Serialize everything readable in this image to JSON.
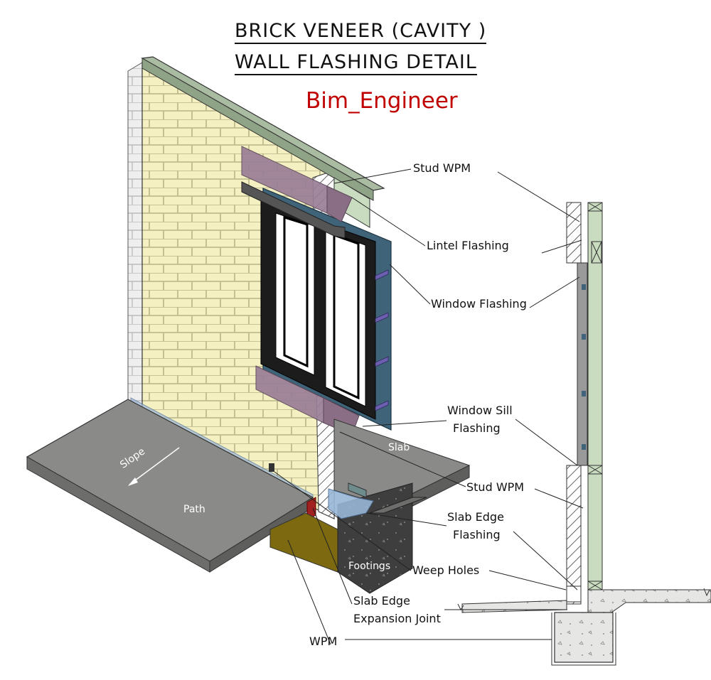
{
  "title_line_1": "BRICK VENEER  (CAVITY )",
  "title_line_2": "WALL FLASHING DETAIL",
  "author": "Bim_Engineer",
  "labels": {
    "stud_wpm_top": "Stud WPM",
    "lintel_flashing": "Lintel Flashing",
    "window_flashing": "Window Flashing",
    "window_sill_flashing_1": "Window Sill",
    "window_sill_flashing_2": "Flashing",
    "slab": "Slab",
    "stud_wpm_bottom": "Stud WPM",
    "slab_edge_flashing_1": "Slab Edge",
    "slab_edge_flashing_2": "Flashing",
    "weep_holes": "Weep Holes",
    "slab_edge_expansion_1": "Slab Edge",
    "slab_edge_expansion_2": "Expansion Joint",
    "wpm": "WPM",
    "slope": "Slope",
    "path": "Path",
    "footings": "Footings"
  },
  "colors": {
    "brick": "#f5f0c2",
    "brick_mortar": "#b8b48a",
    "brick_side": "#d8d8d8",
    "flashing_purple": "#9a7e96",
    "window_flashing_blue": "#3f6479",
    "window_frame": "#1c1c1c",
    "stud_green": "#c9dcc0",
    "lintel_green": "#a9bba0",
    "slab_grey": "#8a8a88",
    "footing_dark": "#3e3e3e",
    "wpm_yellow": "#7d6a10",
    "title_red": "#c00000",
    "edge_flashing_blue": "#98b6d6"
  }
}
